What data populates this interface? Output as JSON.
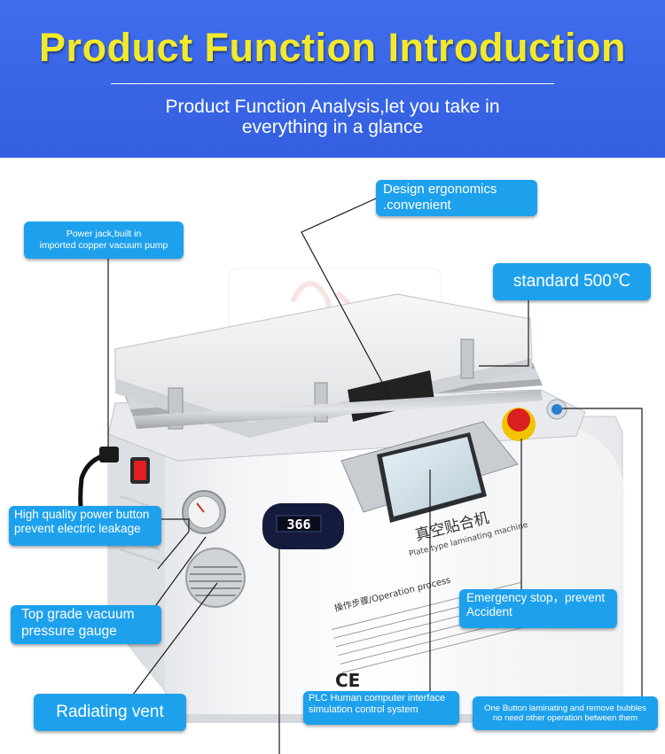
{
  "header": {
    "title": "Product Function Introduction",
    "subtitle_line1": "Product Function Analysis,let you take in",
    "subtitle_line2": "everything in a glance"
  },
  "callouts": {
    "design": {
      "line1": "Design ergonomics",
      "line2": ".convenient"
    },
    "power_jack": {
      "line1": "Power jack,built in",
      "line2": "imported copper vacuum pump"
    },
    "standard": {
      "text": "standard 500℃"
    },
    "power_button": {
      "line1": "High quality power button",
      "line2": "prevent electric leakage"
    },
    "gauge": {
      "line1": "Top grade vacuum",
      "line2": "pressure gauge"
    },
    "emergency": {
      "line1": "Emergency stop，prevent",
      "line2": " Accident"
    },
    "vent": {
      "text": "Radiating vent"
    },
    "plc": {
      "line1": "PLC Human computer interface",
      "line2": "simulation control system"
    },
    "one_button": {
      "line1": "One Button laminating and remove bubbles",
      "line2": "no need other operation between them"
    }
  },
  "machine": {
    "display_reading": "366",
    "panel_chinese": "真空贴合机",
    "panel_english": "Plate type laminating machine",
    "steps_heading": "操作步骤/Operation process",
    "ce_mark": "CE"
  },
  "colors": {
    "header_bg": "#3a66e6",
    "title": "#f2e92b",
    "callout": "#1ea1ec"
  }
}
